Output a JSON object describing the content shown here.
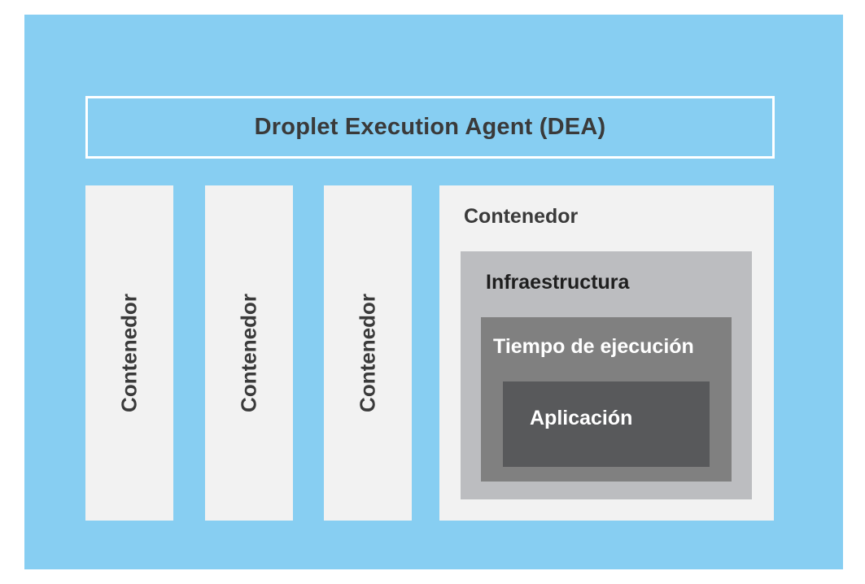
{
  "dea": {
    "label": "Droplet Execution Agent (DEA)"
  },
  "containers": [
    {
      "label": "Contenedor"
    },
    {
      "label": "Contenedor"
    },
    {
      "label": "Contenedor"
    }
  ],
  "main_container": {
    "label": "Contenedor",
    "infrastructure": {
      "label": "Infraestructura",
      "runtime": {
        "label": "Tiempo de ejecución",
        "application": {
          "label": "Aplicación"
        }
      }
    }
  },
  "colors": {
    "background": "#87cef2",
    "container": "#f2f2f2",
    "infrastructure": "#bcbdc0",
    "runtime": "#808080",
    "application": "#58595b",
    "text_dark": "#3a3a3a",
    "text_light": "#ffffff"
  }
}
